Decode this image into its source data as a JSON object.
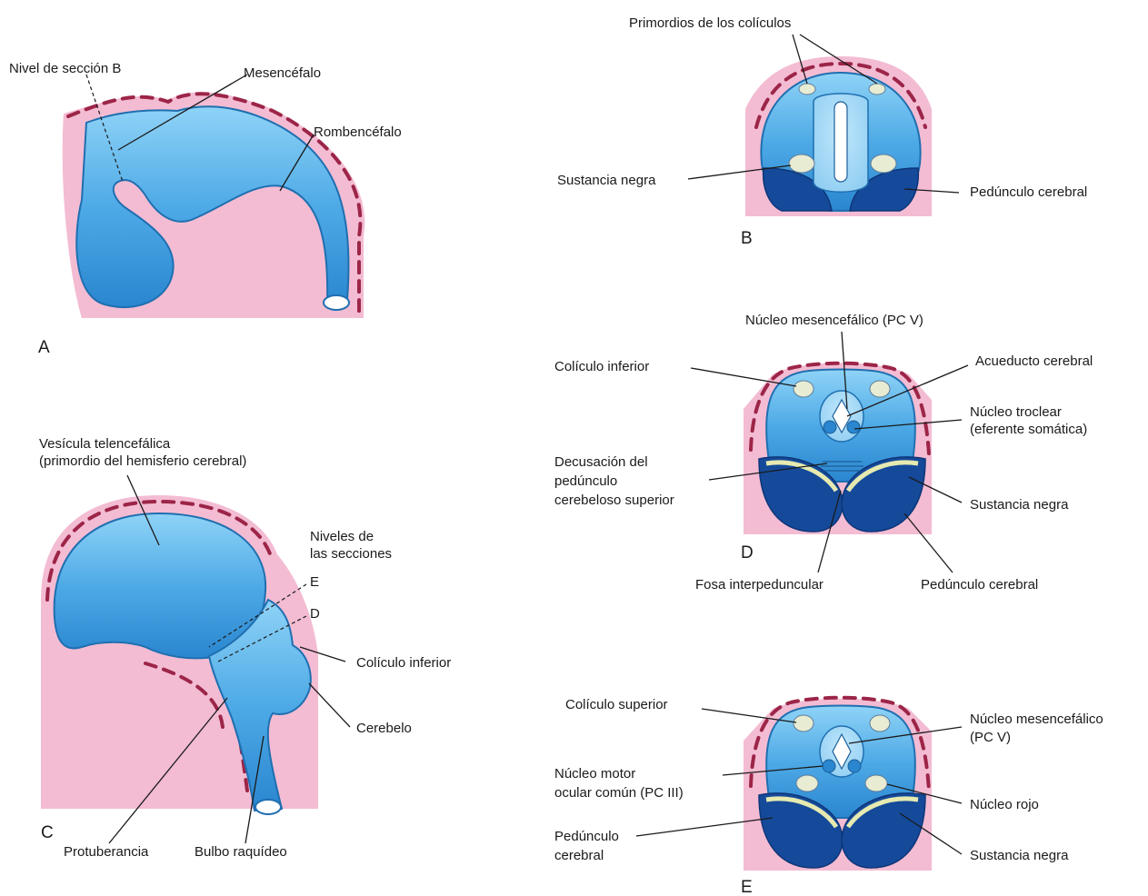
{
  "panels": {
    "A": {
      "letter": "A",
      "labels": {
        "nivel_seccion": "Nivel de sección B",
        "mesencefalo": "Mesencéfalo",
        "rombencefalo": "Rombencéfalo"
      }
    },
    "B": {
      "letter": "B",
      "labels": {
        "primordios": "Primordios de los colículos",
        "sustancia_negra": "Sustancia negra",
        "pedunculo": "Pedúnculo cerebral"
      }
    },
    "C": {
      "letter": "C",
      "labels": {
        "vesicula_1": "Vesícula telencefálica",
        "vesicula_2": "(primordio del hemisferio cerebral)",
        "niveles_1": "Niveles de",
        "niveles_2": "las secciones",
        "level_e": "E",
        "level_d": "D",
        "coliculo_inferior": "Colículo inferior",
        "cerebelo": "Cerebelo",
        "protuberancia": "Protuberancia",
        "bulbo": "Bulbo raquídeo"
      }
    },
    "D": {
      "letter": "D",
      "labels": {
        "nucleo_mesencefalico": "Núcleo mesencefálico (PC V)",
        "coliculo_inferior": "Colículo inferior",
        "acueducto": "Acueducto cerebral",
        "troclear_1": "Núcleo troclear",
        "troclear_2": "(eferente somática)",
        "decusacion_1": "Decusación del",
        "decusacion_2": "pedúnculo",
        "decusacion_3": "cerebeloso superior",
        "sustancia_negra": "Sustancia negra",
        "fosa": "Fosa interpeduncular",
        "pedunculo": "Pedúnculo cerebral"
      }
    },
    "E": {
      "letter": "E",
      "labels": {
        "coliculo_superior": "Colículo superior",
        "nucleo_mes_1": "Núcleo mesencefálico",
        "nucleo_mes_2": "(PC V)",
        "motor_1": "Núcleo motor",
        "motor_2": "ocular común (PC III)",
        "nucleo_rojo": "Núcleo rojo",
        "pedunculo_1": "Pedúnculo",
        "pedunculo_2": "cerebral",
        "sustancia_negra": "Sustancia negra"
      }
    }
  },
  "colors": {
    "background_tissue": "#f3bcd3",
    "membrane": "#9c2548",
    "neural_tube": "#5fb3ea",
    "peduncle": "#154a9a",
    "nucleus": "#e8ecd3"
  }
}
